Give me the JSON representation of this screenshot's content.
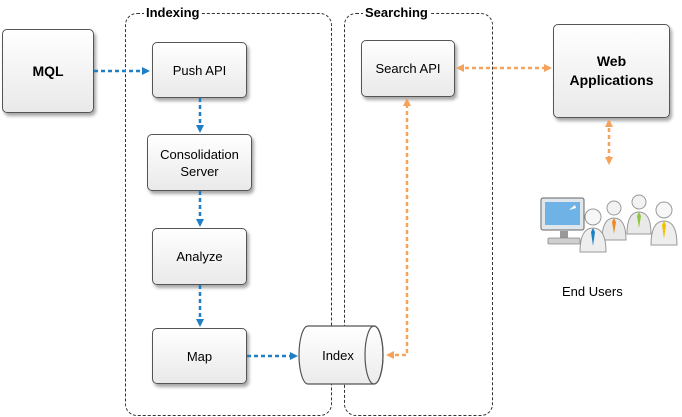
{
  "groups": {
    "indexing": "Indexing",
    "searching": "Searching"
  },
  "nodes": {
    "mql": "MQL",
    "push_api": "Push API",
    "consolidation_server": "Consolidation\nServer",
    "analyze": "Analyze",
    "map": "Map",
    "index": "Index",
    "search_api": "Search API",
    "web_applications": "Web\nApplications",
    "end_users": "End Users"
  },
  "colors": {
    "indexing_flow": "#1f7fc4",
    "search_flow": "#f5a25d",
    "box_border": "#555555"
  },
  "icons": [
    "computer-monitor-icon",
    "user-group-icon"
  ]
}
